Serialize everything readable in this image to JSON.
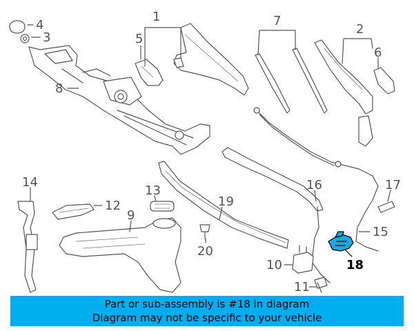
{
  "diagram": {
    "callouts": [
      {
        "id": "c1",
        "label": "1"
      },
      {
        "id": "c2",
        "label": "2"
      },
      {
        "id": "c3",
        "label": "3"
      },
      {
        "id": "c4",
        "label": "4"
      },
      {
        "id": "c5",
        "label": "5"
      },
      {
        "id": "c6",
        "label": "6"
      },
      {
        "id": "c7",
        "label": "7"
      },
      {
        "id": "c8",
        "label": "8"
      },
      {
        "id": "c9",
        "label": "9"
      },
      {
        "id": "c10",
        "label": "10"
      },
      {
        "id": "c11",
        "label": "11"
      },
      {
        "id": "c12",
        "label": "12"
      },
      {
        "id": "c13",
        "label": "13"
      },
      {
        "id": "c14",
        "label": "14"
      },
      {
        "id": "c15",
        "label": "15"
      },
      {
        "id": "c16",
        "label": "16"
      },
      {
        "id": "c17",
        "label": "17"
      },
      {
        "id": "c18",
        "label": "18",
        "highlighted": true
      },
      {
        "id": "c19",
        "label": "19"
      },
      {
        "id": "c20",
        "label": "20"
      }
    ],
    "highlight_color": "#1aa8e0"
  },
  "banner": {
    "line1": "Part or sub-assembly is #18 in diagram",
    "line2": "Diagram may not be specific to your vehicle",
    "background": "#00aeef"
  }
}
